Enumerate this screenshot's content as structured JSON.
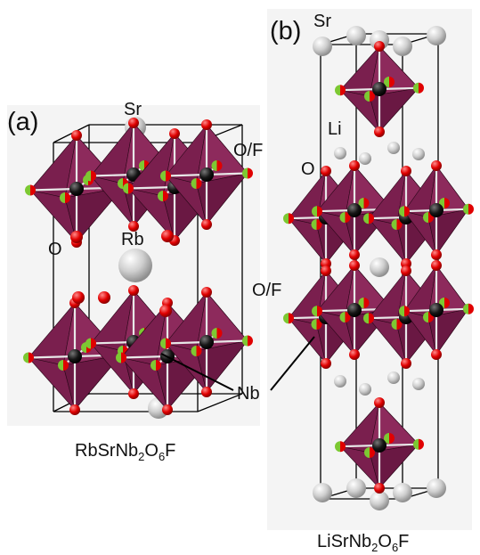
{
  "panels": {
    "a": {
      "tag": "(a)",
      "formula": {
        "base1": "RbSrNb",
        "sub1": "2",
        "base2": "O",
        "sub2": "6",
        "base3": "F"
      },
      "labels": {
        "sr": "Sr",
        "rb": "Rb",
        "o": "O",
        "of": "O/F",
        "nb": "Nb"
      }
    },
    "b": {
      "tag": "(b)",
      "formula": {
        "base1": "LiSrNb",
        "sub1": "2",
        "base2": "O",
        "sub2": "6",
        "base3": "F"
      },
      "labels": {
        "sr": "Sr",
        "li": "Li",
        "o": "O",
        "of": "O/F"
      }
    }
  },
  "colors": {
    "octahedron_face": "#7a1f4e",
    "octahedron_dark": "#4e0f31",
    "oxygen": "#e00000",
    "fluorine_mix": "#7dc832",
    "niobium": "#111111",
    "sr_rb_li": "#cfcfcf",
    "panel_bg": "#f3f3f3"
  }
}
